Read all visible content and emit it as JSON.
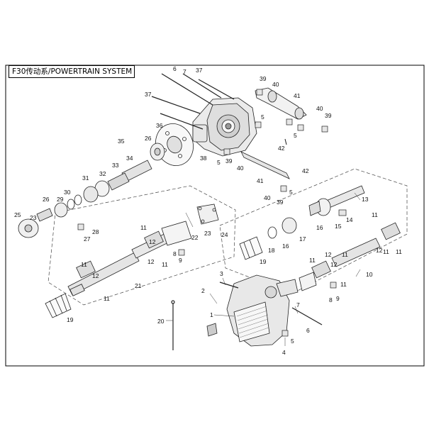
{
  "title": "F30传动系/POWERTRAIN SYSTEM",
  "parts": [
    {
      "id": "p1",
      "label": "1"
    },
    {
      "id": "p2",
      "label": "2"
    },
    {
      "id": "p3",
      "label": "3"
    },
    {
      "id": "p4",
      "label": "4"
    },
    {
      "id": "p5a",
      "label": "5"
    },
    {
      "id": "p5b",
      "label": "5"
    },
    {
      "id": "p5c",
      "label": "5"
    },
    {
      "id": "p5d",
      "label": "5"
    },
    {
      "id": "p5e",
      "label": "5"
    },
    {
      "id": "p6a",
      "label": "6"
    },
    {
      "id": "p6b",
      "label": "6"
    },
    {
      "id": "p7a",
      "label": "7"
    },
    {
      "id": "p7b",
      "label": "7"
    },
    {
      "id": "p8a",
      "label": "8"
    },
    {
      "id": "p8b",
      "label": "8"
    },
    {
      "id": "p9a",
      "label": "9"
    },
    {
      "id": "p9b",
      "label": "9"
    },
    {
      "id": "p10",
      "label": "10"
    },
    {
      "id": "p11a",
      "label": "11"
    },
    {
      "id": "p11b",
      "label": "11"
    },
    {
      "id": "p11c",
      "label": "11"
    },
    {
      "id": "p11d",
      "label": "11"
    },
    {
      "id": "p11e",
      "label": "11"
    },
    {
      "id": "p11f",
      "label": "11"
    },
    {
      "id": "p11g",
      "label": "11"
    },
    {
      "id": "p11h",
      "label": "11"
    },
    {
      "id": "p11i",
      "label": "11"
    },
    {
      "id": "p11j",
      "label": "11"
    },
    {
      "id": "p12a",
      "label": "12"
    },
    {
      "id": "p12b",
      "label": "12"
    },
    {
      "id": "p12c",
      "label": "12"
    },
    {
      "id": "p12d",
      "label": "12"
    },
    {
      "id": "p12e",
      "label": "12"
    },
    {
      "id": "p12f",
      "label": "12"
    },
    {
      "id": "p13",
      "label": "13"
    },
    {
      "id": "p14",
      "label": "14"
    },
    {
      "id": "p15",
      "label": "15"
    },
    {
      "id": "p16a",
      "label": "16"
    },
    {
      "id": "p16b",
      "label": "16"
    },
    {
      "id": "p17",
      "label": "17"
    },
    {
      "id": "p18",
      "label": "18"
    },
    {
      "id": "p19a",
      "label": "19"
    },
    {
      "id": "p19b",
      "label": "19"
    },
    {
      "id": "p20",
      "label": "20"
    },
    {
      "id": "p21",
      "label": "21"
    },
    {
      "id": "p22",
      "label": "22"
    },
    {
      "id": "p23a",
      "label": "23"
    },
    {
      "id": "p23b",
      "label": "23"
    },
    {
      "id": "p24",
      "label": "24"
    },
    {
      "id": "p25",
      "label": "25"
    },
    {
      "id": "p26a",
      "label": "26"
    },
    {
      "id": "p26b",
      "label": "26"
    },
    {
      "id": "p27",
      "label": "27"
    },
    {
      "id": "p28",
      "label": "28"
    },
    {
      "id": "p29",
      "label": "29"
    },
    {
      "id": "p30",
      "label": "30"
    },
    {
      "id": "p31",
      "label": "31"
    },
    {
      "id": "p32",
      "label": "32"
    },
    {
      "id": "p33",
      "label": "33"
    },
    {
      "id": "p34",
      "label": "34"
    },
    {
      "id": "p35",
      "label": "35"
    },
    {
      "id": "p36",
      "label": "36"
    },
    {
      "id": "p37a",
      "label": "37"
    },
    {
      "id": "p37b",
      "label": "37"
    },
    {
      "id": "p38",
      "label": "38"
    },
    {
      "id": "p39a",
      "label": "39"
    },
    {
      "id": "p39b",
      "label": "39"
    },
    {
      "id": "p39c",
      "label": "39"
    },
    {
      "id": "p39d",
      "label": "39"
    },
    {
      "id": "p40a",
      "label": "40"
    },
    {
      "id": "p40b",
      "label": "40"
    },
    {
      "id": "p40c",
      "label": "40"
    },
    {
      "id": "p40d",
      "label": "40"
    },
    {
      "id": "p41a",
      "label": "41"
    },
    {
      "id": "p41b",
      "label": "41"
    },
    {
      "id": "p42a",
      "label": "42"
    },
    {
      "id": "p42b",
      "label": "42"
    }
  ]
}
